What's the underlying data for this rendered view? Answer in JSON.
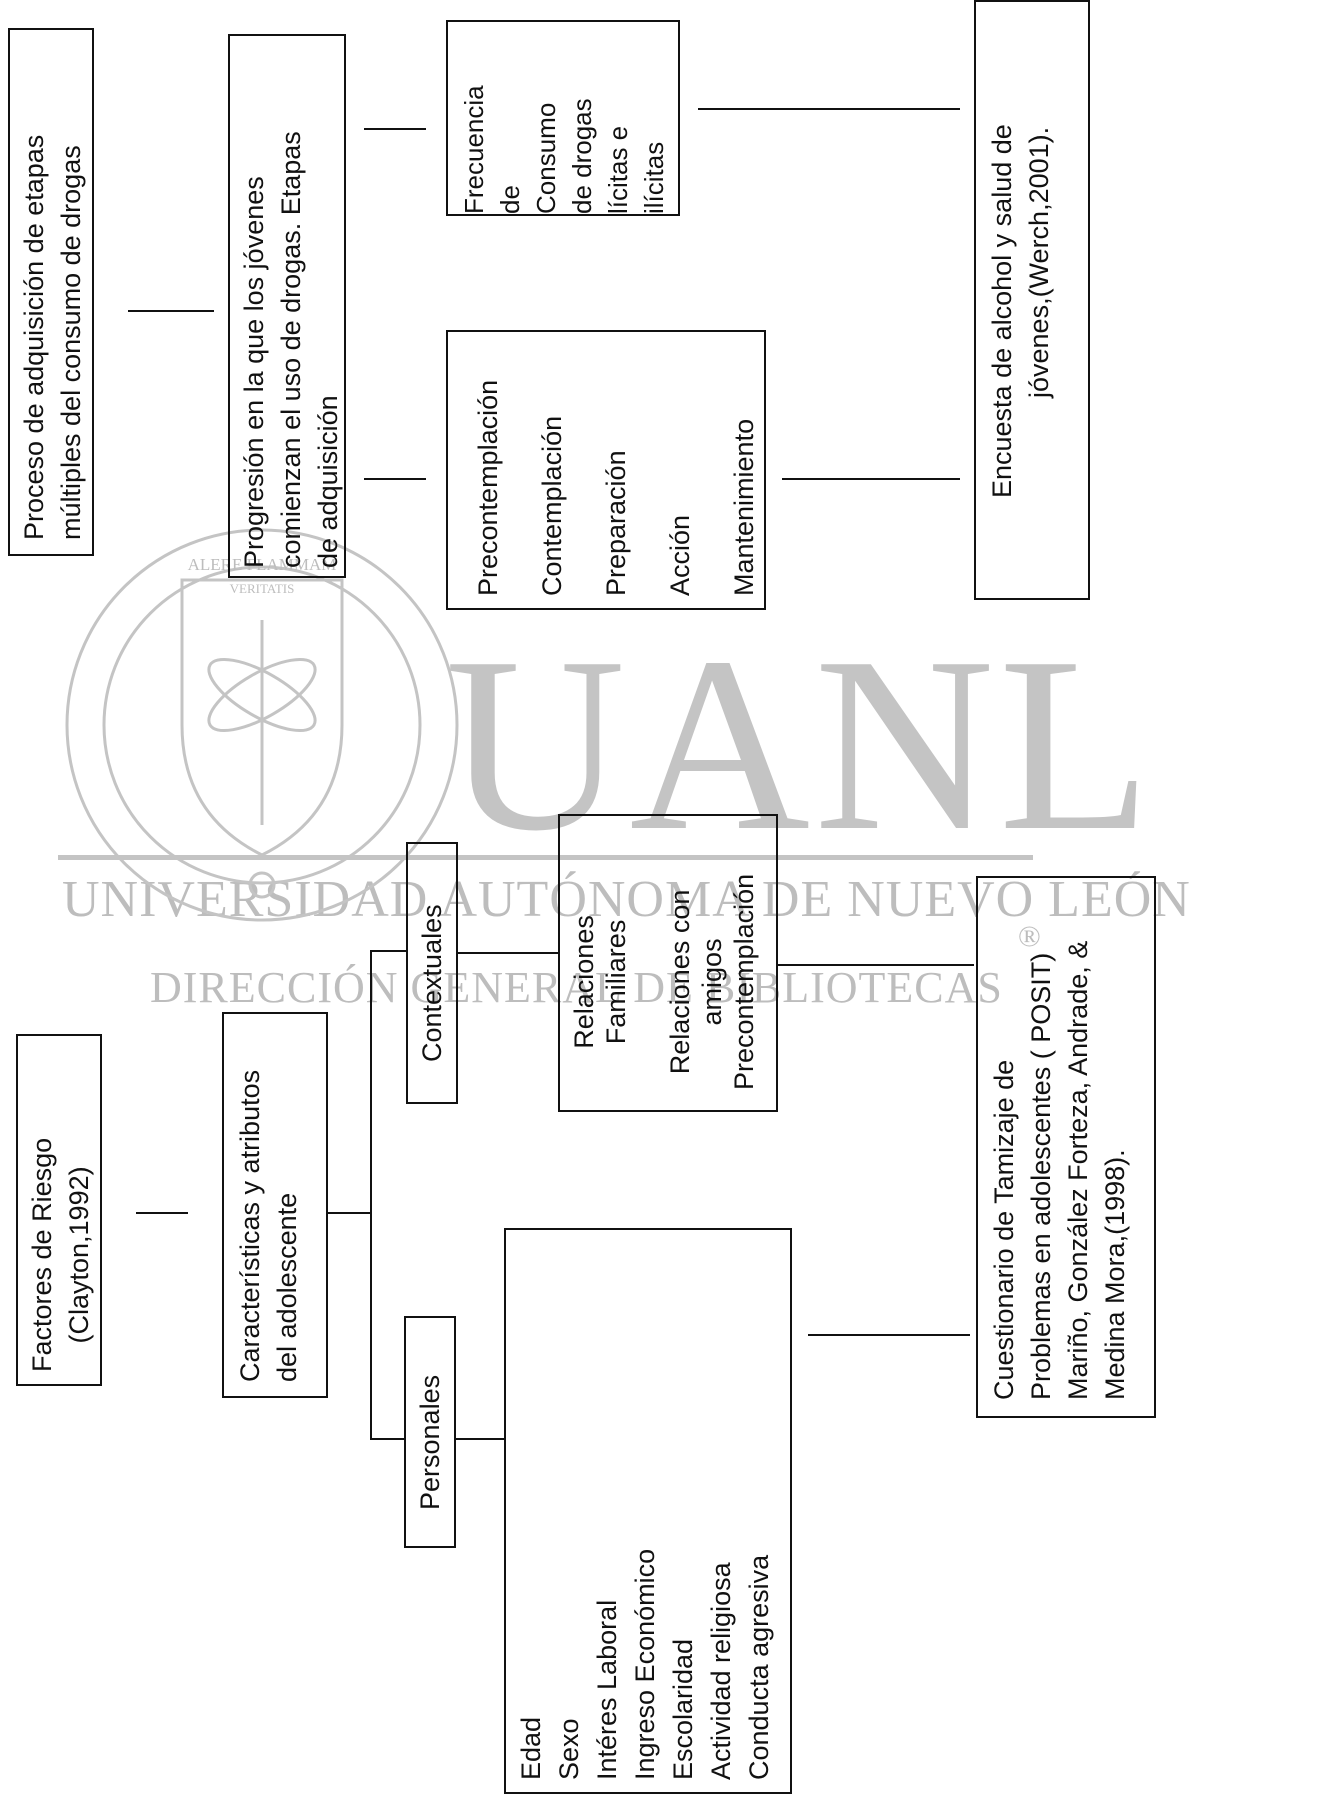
{
  "watermark": {
    "logo_letters": "UANL",
    "university_line": "UNIVERSIDAD AUTÓNOMA DE NUEVO LEÓN",
    "registered_mark": "®",
    "library_line": "DIRECCIÓN GENERAL DE BIBLIOTECAS",
    "seal_motto_1": "ALERE FLAMMAM",
    "seal_motto_2": "VERITATIS"
  },
  "top_diagram": {
    "concept": [
      "Proceso de adquisición de etapas",
      "múltiples del consumo de drogas"
    ],
    "definition": [
      "Progresión en la que los jóvenes",
      "comienzan el uso de drogas. Etapas",
      "de adquisición"
    ],
    "frequency": [
      "Frecuencia",
      "de",
      "Consumo",
      "de drogas",
      "lícitas e",
      "ilícitas"
    ],
    "stages": [
      "Precontemplación",
      "Contemplación",
      "Preparación",
      "Acción",
      "Mantenimiento"
    ],
    "instrument": [
      "Encuesta de alcohol y salud de",
      "jóvenes,(Werch,2001)."
    ]
  },
  "bottom_diagram": {
    "concept": [
      "Factores de Riesgo",
      "(Clayton,1992)"
    ],
    "characteristics": [
      "Características y atributos",
      "del  adolescente"
    ],
    "contextual_label": "Contextuales",
    "personal_label": "Personales",
    "contextual_items": [
      "Relaciones",
      "Familiares",
      "",
      "Relaciones con",
      "amigos",
      "Precontemplación"
    ],
    "personal_items": [
      "Edad",
      "Sexo",
      "Intéres Laboral",
      "Ingreso Económico",
      "Escolaridad",
      "Actividad religiosa",
      "Conducta agresiva"
    ],
    "instrument": [
      "Cuestionario de Tamizaje de",
      "Problemas en adolescentes ( POSIT)",
      "Mariño, González Forteza, Andrade, &",
      "Medina Mora,(1998)."
    ]
  }
}
